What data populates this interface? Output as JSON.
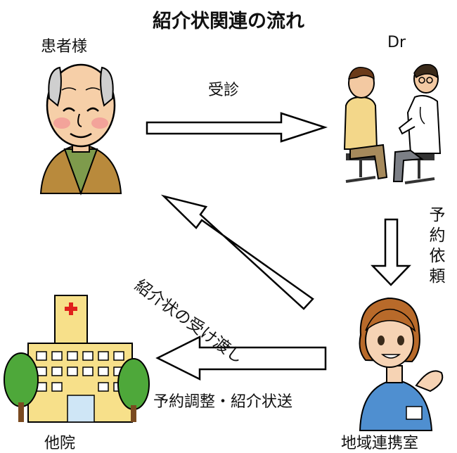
{
  "title": "紹介状関連の流れ",
  "nodes": {
    "patient": "患者様",
    "doctor": "Dr",
    "other_hospital": "他院",
    "regional_office": "地域連携室"
  },
  "edges": {
    "consultation": "受診",
    "appointment_request": "予約依頼",
    "letter_handover": "紹介状の受け渡し",
    "scheduling_and_sending": "予約調整・紹介状送"
  },
  "colors": {
    "arrow_stroke": "#000000",
    "arrow_fill": "#ffffff",
    "hospital_wall": "#f7e08a",
    "hospital_cross": "#e0201c",
    "tree_green": "#4ea83a",
    "nurse_uniform": "#4f8fd0"
  }
}
